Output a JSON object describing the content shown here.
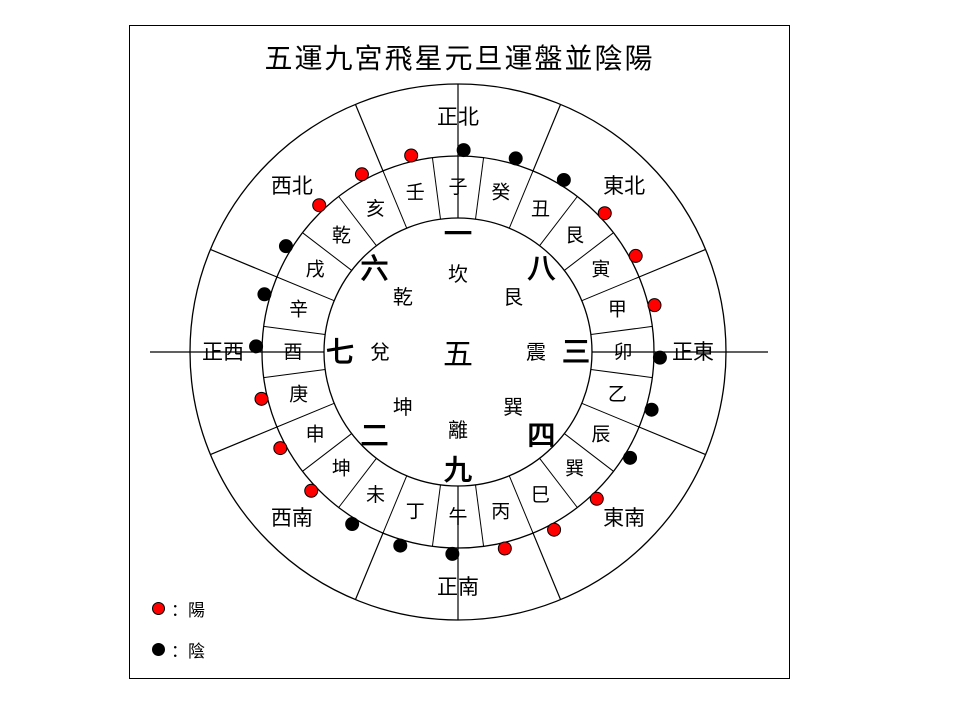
{
  "title": "五運九宮飛星元旦運盤並陰陽",
  "center_star": "五",
  "palaces": [
    {
      "id": "S",
      "star": "九",
      "trigram": "離"
    },
    {
      "id": "SW",
      "star": "二",
      "trigram": "坤"
    },
    {
      "id": "W",
      "star": "七",
      "trigram": "兌"
    },
    {
      "id": "NW",
      "star": "六",
      "trigram": "乾"
    },
    {
      "id": "N",
      "star": "一",
      "trigram": "坎"
    },
    {
      "id": "NE",
      "star": "八",
      "trigram": "艮"
    },
    {
      "id": "E",
      "star": "三",
      "trigram": "震"
    },
    {
      "id": "SE",
      "star": "四",
      "trigram": "巽"
    }
  ],
  "directions": [
    {
      "id": "S",
      "label": "正南"
    },
    {
      "id": "SW",
      "label": "西南"
    },
    {
      "id": "W",
      "label": "正西"
    },
    {
      "id": "NW",
      "label": "西北"
    },
    {
      "id": "N",
      "label": "正北"
    },
    {
      "id": "NE",
      "label": "東北"
    },
    {
      "id": "E",
      "label": "正東"
    },
    {
      "id": "SE",
      "label": "東南"
    }
  ],
  "mountains": [
    {
      "name": "丙",
      "polarity": "yang"
    },
    {
      "name": "午",
      "polarity": "yin"
    },
    {
      "name": "丁",
      "polarity": "yin"
    },
    {
      "name": "未",
      "polarity": "yin"
    },
    {
      "name": "坤",
      "polarity": "yang"
    },
    {
      "name": "申",
      "polarity": "yang"
    },
    {
      "name": "庚",
      "polarity": "yang"
    },
    {
      "name": "酉",
      "polarity": "yin"
    },
    {
      "name": "辛",
      "polarity": "yin"
    },
    {
      "name": "戌",
      "polarity": "yin"
    },
    {
      "name": "乾",
      "polarity": "yang"
    },
    {
      "name": "亥",
      "polarity": "yang"
    },
    {
      "name": "壬",
      "polarity": "yang"
    },
    {
      "name": "子",
      "polarity": "yin"
    },
    {
      "name": "癸",
      "polarity": "yin"
    },
    {
      "name": "丑",
      "polarity": "yin"
    },
    {
      "name": "艮",
      "polarity": "yang"
    },
    {
      "name": "寅",
      "polarity": "yang"
    },
    {
      "name": "甲",
      "polarity": "yang"
    },
    {
      "name": "卯",
      "polarity": "yin"
    },
    {
      "name": "乙",
      "polarity": "yin"
    },
    {
      "name": "辰",
      "polarity": "yin"
    },
    {
      "name": "巽",
      "polarity": "yang"
    },
    {
      "name": "巳",
      "polarity": "yang"
    }
  ],
  "legend": [
    {
      "label": "：陽",
      "color": "#ff0000"
    },
    {
      "label": "：陰",
      "color": "#000000"
    }
  ],
  "colors": {
    "yang": "#ff0000",
    "yin": "#000000",
    "line": "#000000"
  }
}
